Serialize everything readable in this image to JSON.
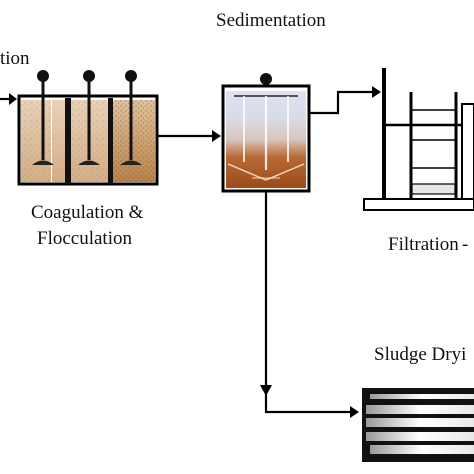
{
  "labels": {
    "intake_fragment": "tion",
    "sedimentation": "Sedimentation",
    "coagulation_line1": "Coagulation &",
    "coagulation_line2": "Flocculation",
    "filtration": "Filtration",
    "sludge_drying": "Sludge Dryi"
  },
  "colors": {
    "line": "#000000",
    "coag_water": "#d9b48f",
    "floc_water": "#c9965d",
    "sed_top": "#dfe2ef",
    "sed_mid": "#d9c6bc",
    "sed_sludge": "#a8521c",
    "filter_media": "#e6e6e6"
  }
}
